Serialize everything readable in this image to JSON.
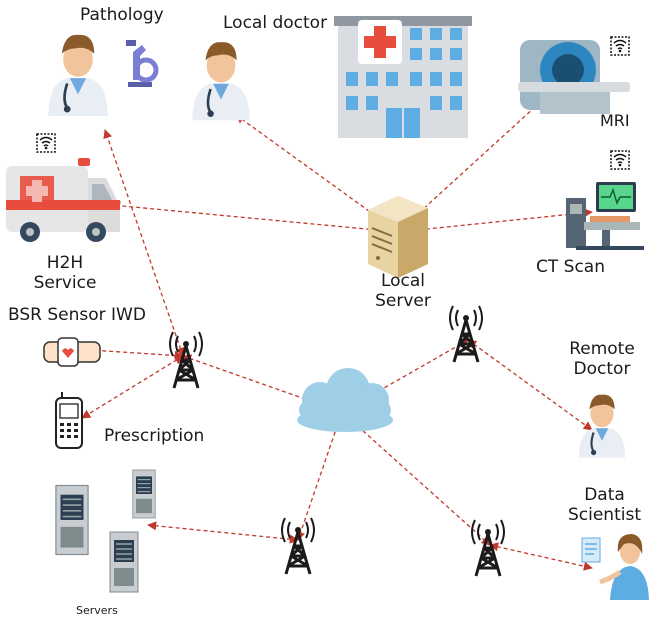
{
  "labels": {
    "pathology": "Pathology",
    "local_doctor": "Local doctor",
    "mri": "MRI",
    "h2h_service_line1": "H2H",
    "h2h_service_line2": "Service",
    "ct_scan": "CT Scan",
    "local_server_line1": "Local",
    "local_server_line2": "Server",
    "bsr_sensor": "BSR Sensor IWD",
    "remote_doctor_line1": "Remote",
    "remote_doctor_line2": "Doctor",
    "prescription": "Prescription",
    "data_scientist_line1": "Data",
    "data_scientist_line2": "Scientist",
    "servers": "Servers"
  },
  "colors": {
    "link": "#c0392b",
    "skin": "#f2c49b",
    "hair": "#8a5a2b",
    "coat": "#e8eef3",
    "building": "#d9dde1",
    "window": "#5dade2",
    "cross": "#e74c3c",
    "cloud": "#9fcfe6",
    "tower": "#1b1b1b",
    "server_tower": "#c9cdd2"
  },
  "icons": [
    "doctor-icon",
    "microscope-icon",
    "hospital-icon",
    "mri-machine-icon",
    "wireless-icon",
    "ambulance-icon",
    "local-server-icon",
    "ct-scanner-icon",
    "cell-tower-icon",
    "cloud-icon",
    "smartwatch-icon",
    "mobile-phone-icon",
    "server-rack-icon",
    "data-scientist-icon"
  ]
}
